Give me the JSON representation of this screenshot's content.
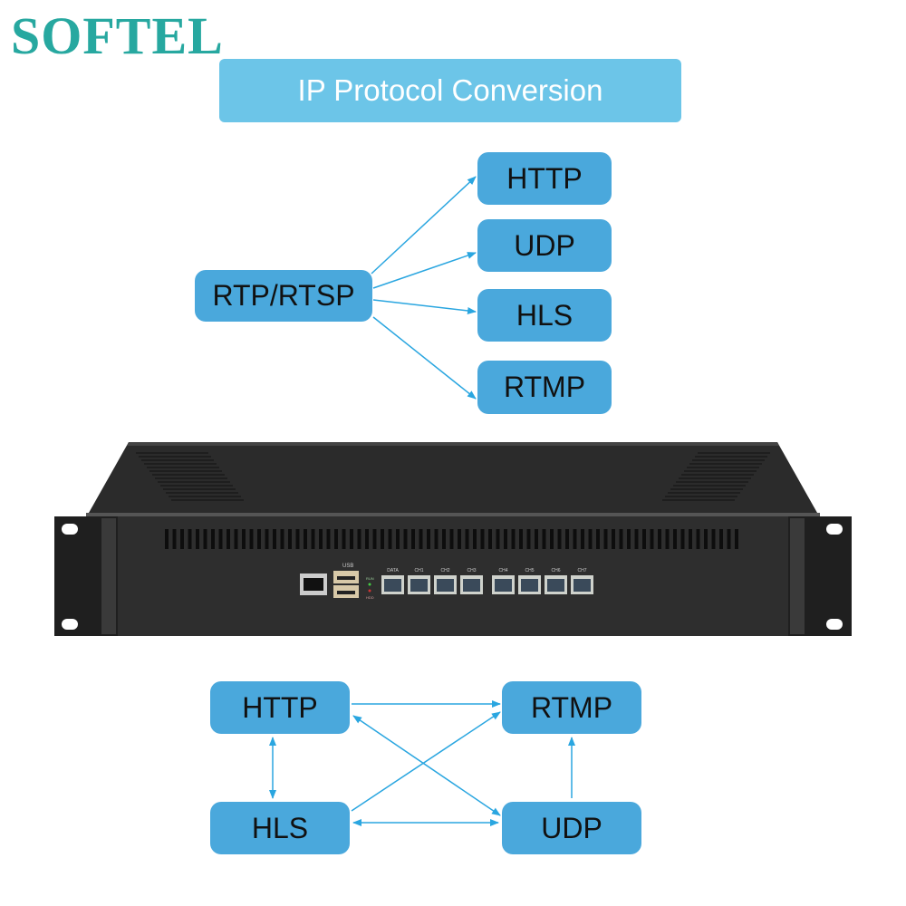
{
  "brand": {
    "logo": "SOFTEL"
  },
  "title": "IP Protocol Conversion",
  "top_diagram": {
    "source": "RTP/RTSP",
    "targets": [
      "HTTP",
      "UDP",
      "HLS",
      "RTMP"
    ]
  },
  "device": {
    "usb_label": "USB",
    "led_labels": [
      "RUN",
      "HDD"
    ],
    "port_labels": [
      "DATA",
      "CH1",
      "CH2",
      "CH3",
      "CH4",
      "CH5",
      "CH6",
      "CH7"
    ]
  },
  "bottom_diagram": {
    "http": "HTTP",
    "rtmp": "RTMP",
    "hls": "HLS",
    "udp": "UDP"
  },
  "colors": {
    "box": "#4aa8dc",
    "banner": "#6cc5e8",
    "arrow": "#2aa6e0",
    "logo": "#27a8a0"
  }
}
